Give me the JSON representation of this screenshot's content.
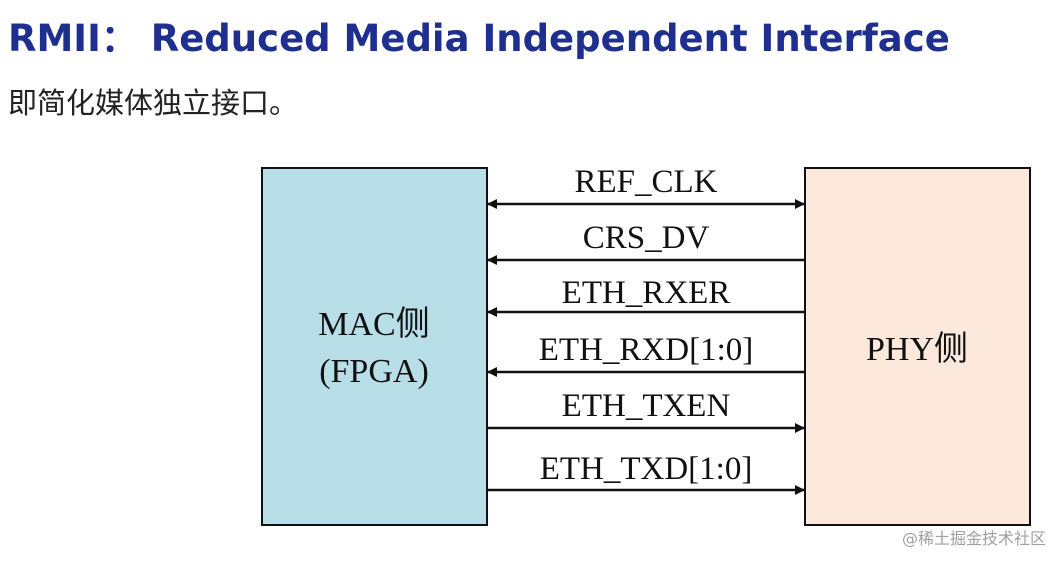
{
  "heading": "RMII： Reduced Media Independent Interface",
  "subheading": "即简化媒体独立接口。",
  "diagram": {
    "mac_block": {
      "line1": "MAC侧",
      "line2": "(FPGA)",
      "fill": "#b8dee8"
    },
    "phy_block": {
      "label": "PHY侧",
      "fill": "#fde9dc"
    },
    "signals": [
      {
        "name": "REF_CLK",
        "direction": "both"
      },
      {
        "name": "CRS_DV",
        "direction": "to-mac"
      },
      {
        "name": "ETH_RXER",
        "direction": "to-mac"
      },
      {
        "name": "ETH_RXD[1:0]",
        "direction": "to-mac"
      },
      {
        "name": "ETH_TXEN",
        "direction": "to-phy"
      },
      {
        "name": "ETH_TXD[1:0]",
        "direction": "to-phy"
      }
    ]
  },
  "watermark": "@稀土掘金技术社区",
  "colors": {
    "heading": "#1f2f8f",
    "line": "#111111"
  }
}
